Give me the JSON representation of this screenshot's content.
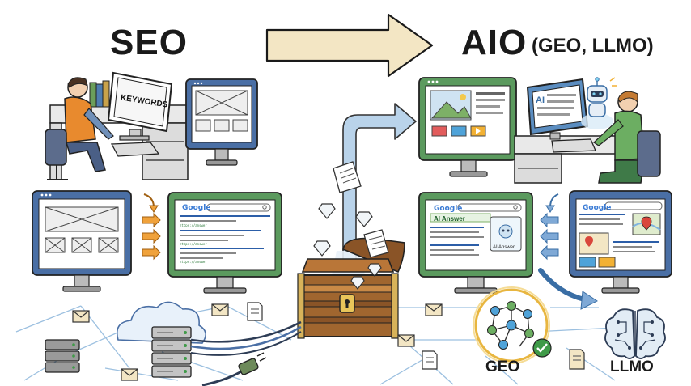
{
  "titles": {
    "left": "SEO",
    "right": "AIO",
    "right_sub": "(GEO, LLMO)"
  },
  "screen_text": {
    "keywords": "KEYWORDS",
    "search_brand": "Google",
    "ai_answer": "AI Answer",
    "ai_answer_small": "AI Answer",
    "ai_monitor_tag": "AI",
    "url_snippet": "https://answer"
  },
  "nodes": {
    "geo": "GEO",
    "llmo": "LLMO"
  },
  "colors": {
    "blue_monitor": "#4a6fa5",
    "green_monitor": "#5b9a5e",
    "arrow_beige": "#f3e6c4",
    "arrow_blue": "#b9d3ea",
    "chest_brown": "#a0662f",
    "geo_ring": "#e8b640",
    "check_green": "#3f9a48",
    "line_blue": "#8fb4d8"
  },
  "icons": [
    "big-right-arrow",
    "keywords-monitor-icon",
    "wireframe-monitor-icon",
    "search-results-monitor-icon",
    "ai-robot-icon",
    "treasure-chest-icon",
    "diamond-icon",
    "document-icon",
    "email-icon",
    "cloud-icon",
    "server-icon",
    "brain-icon",
    "network-icon",
    "check-icon",
    "map-pin-icon",
    "cable-plug-icon"
  ]
}
